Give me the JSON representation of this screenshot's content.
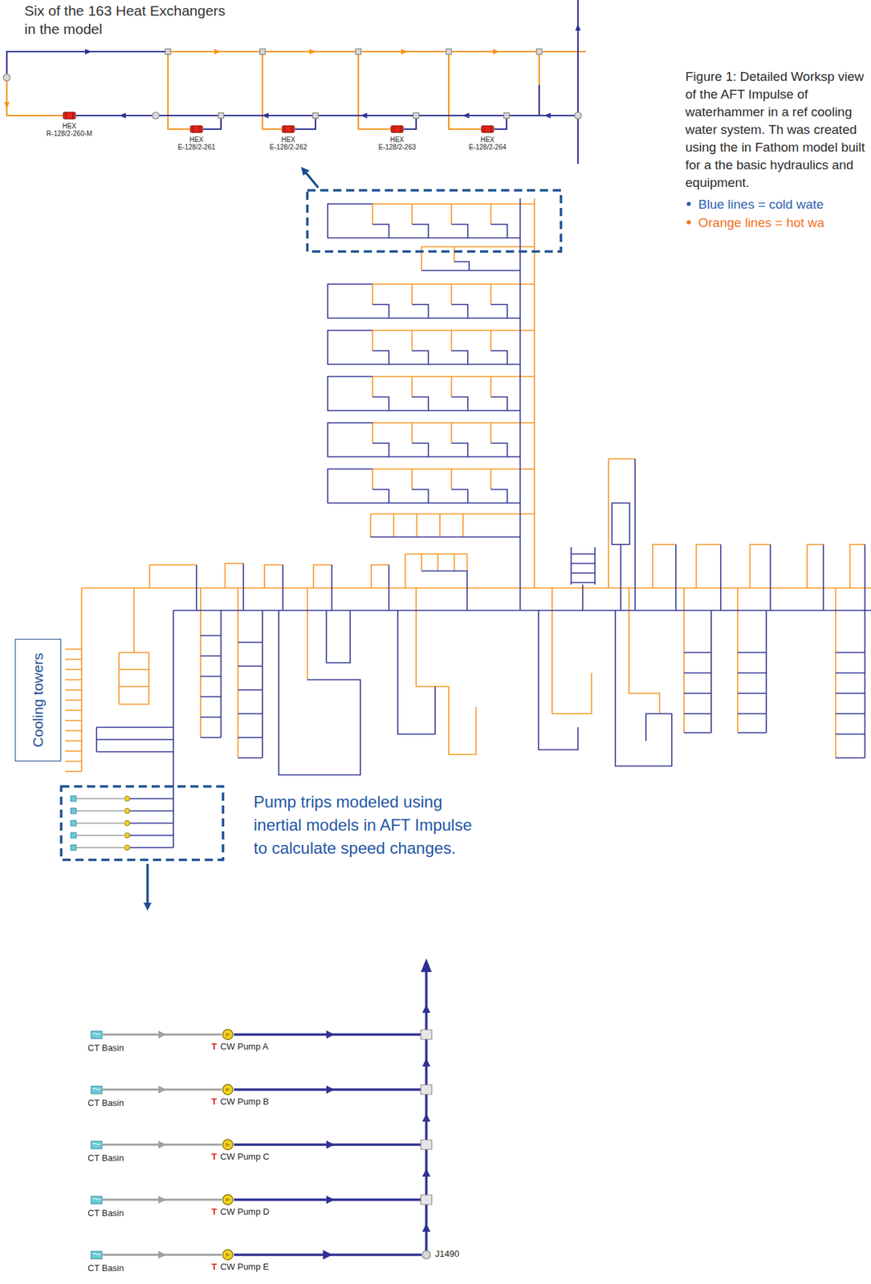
{
  "diagram": {
    "caption": "Figure 1: Detailed Worksp view of the AFT Impulse of waterhammer in a ref cooling water system. Th was created using the in Fathom model built for a the basic hydraulics and equipment.",
    "nodes": [
      {
        "text": [
          "HEX",
          "R-128/2-260-M"
        ]
      },
      {
        "text": [
          "HEX",
          "E-128/2-261"
        ]
      },
      {
        "text": [
          "HEX",
          "E-128/2-262"
        ]
      },
      {
        "text": [
          "HEX",
          "E-128/2-263"
        ]
      },
      {
        "text": [
          "HEX",
          "E-128/2-264"
        ]
      },
      {
        "text": [
          "Cooling towers"
        ]
      },
      {
        "text": [
          "CT Basin"
        ]
      },
      {
        "text": [
          "T",
          "CW Pump A"
        ]
      },
      {
        "text": [
          "CT Basin"
        ]
      },
      {
        "text": [
          "T",
          "CW Pump B"
        ]
      },
      {
        "text": [
          "CT Basin"
        ]
      },
      {
        "text": [
          "T",
          "CW Pump C"
        ]
      },
      {
        "text": [
          "CT Basin"
        ]
      },
      {
        "text": [
          "T",
          "CW Pump D"
        ]
      },
      {
        "text": [
          "CT Basin"
        ]
      },
      {
        "text": [
          "T",
          "CW Pump E"
        ]
      },
      {
        "text": [
          "J1490"
        ]
      }
    ],
    "edges": [
      {
        "from": 6,
        "to": 7,
        "arrow": "to"
      },
      {
        "from": 8,
        "to": 9,
        "arrow": "to"
      },
      {
        "from": 10,
        "to": 11,
        "arrow": "to"
      },
      {
        "from": 12,
        "to": 13,
        "arrow": "to"
      },
      {
        "from": 14,
        "to": 15,
        "arrow": "to"
      },
      {
        "from": 15,
        "to": 16,
        "arrow": "to"
      }
    ],
    "labels": [
      "Six of the 163 Heat Exchangers in the model",
      "Pump trips modeled using inertial models in AFT Impulse to calculate speed changes."
    ],
    "legend": [
      {
        "text": "Blue lines = cold wate",
        "color": "#2e5fac"
      },
      {
        "text": "Orange lines = hot wa",
        "color": "#f36f21"
      }
    ]
  }
}
